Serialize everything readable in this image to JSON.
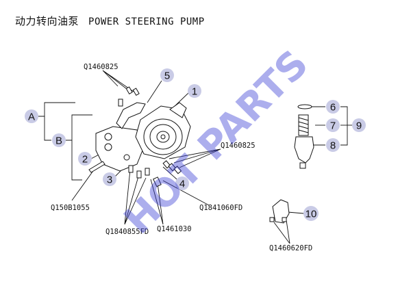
{
  "title": {
    "zh": "动力转向油泵",
    "en": "POWER STEERING PUMP"
  },
  "watermark": "HOT PARTS",
  "callouts": [
    {
      "id": "1",
      "label": "1"
    },
    {
      "id": "2",
      "label": "2"
    },
    {
      "id": "3",
      "label": "3"
    },
    {
      "id": "4",
      "label": "4"
    },
    {
      "id": "5",
      "label": "5"
    },
    {
      "id": "6",
      "label": "6"
    },
    {
      "id": "7",
      "label": "7"
    },
    {
      "id": "8",
      "label": "8"
    },
    {
      "id": "9",
      "label": "9"
    },
    {
      "id": "10",
      "label": "10"
    },
    {
      "id": "A",
      "label": "A"
    },
    {
      "id": "B",
      "label": "B"
    }
  ],
  "part_numbers": {
    "q1460825_top": "Q1460825",
    "q1460825_right": "Q1460825",
    "q150b1055": "Q150B1055",
    "q1841060fd": "Q1841060FD",
    "q1840855fd": "Q1840855FD",
    "q1461030": "Q1461030",
    "q1460620fd": "Q1460620FD"
  },
  "colors": {
    "callout_fill": "#c9cbe6",
    "watermark": "#3b3fd6",
    "line": "#111111"
  }
}
